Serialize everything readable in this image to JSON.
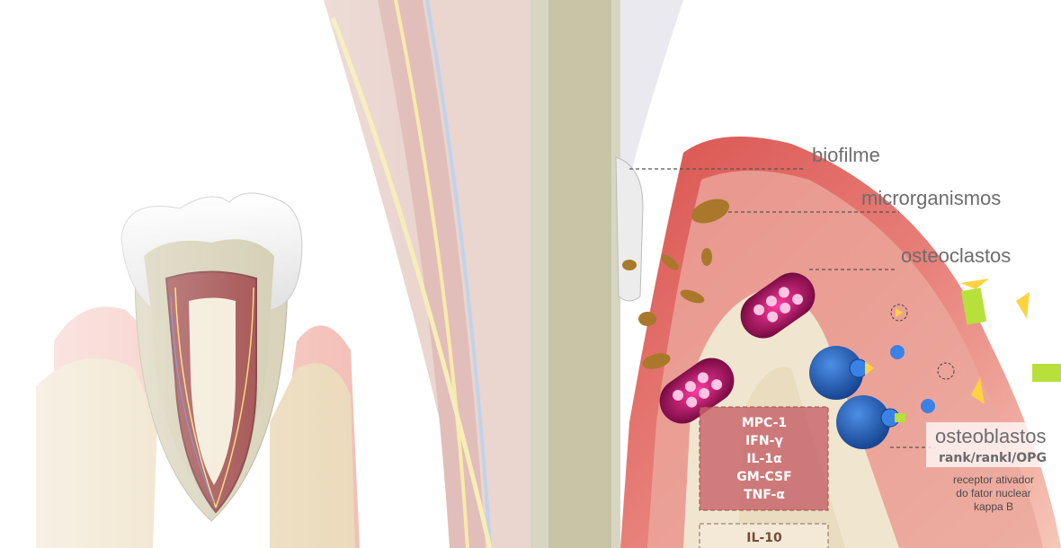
{
  "labels": {
    "biofilme": "biofilme",
    "microrganismos": "microrganismos",
    "osteoclastos": "osteoclastos",
    "osteoblastos": "osteoblastos",
    "rank": "rank/rankl/OPG",
    "receptor_line1": "receptor ativador",
    "receptor_line2": "do fator nuclear",
    "receptor_line3": "kappa B"
  },
  "cytokines": [
    "MPC-1",
    "IFN-γ",
    "IL-1α",
    "GM-CSF",
    "TNF-α"
  ],
  "il10": "IL-10",
  "colors": {
    "gum": "#e07e7a",
    "bone": "#efe3c8",
    "osteoclast": "#e0197a",
    "osteoblast": "#1f5fbf",
    "bacteria": "#a87a2a"
  }
}
